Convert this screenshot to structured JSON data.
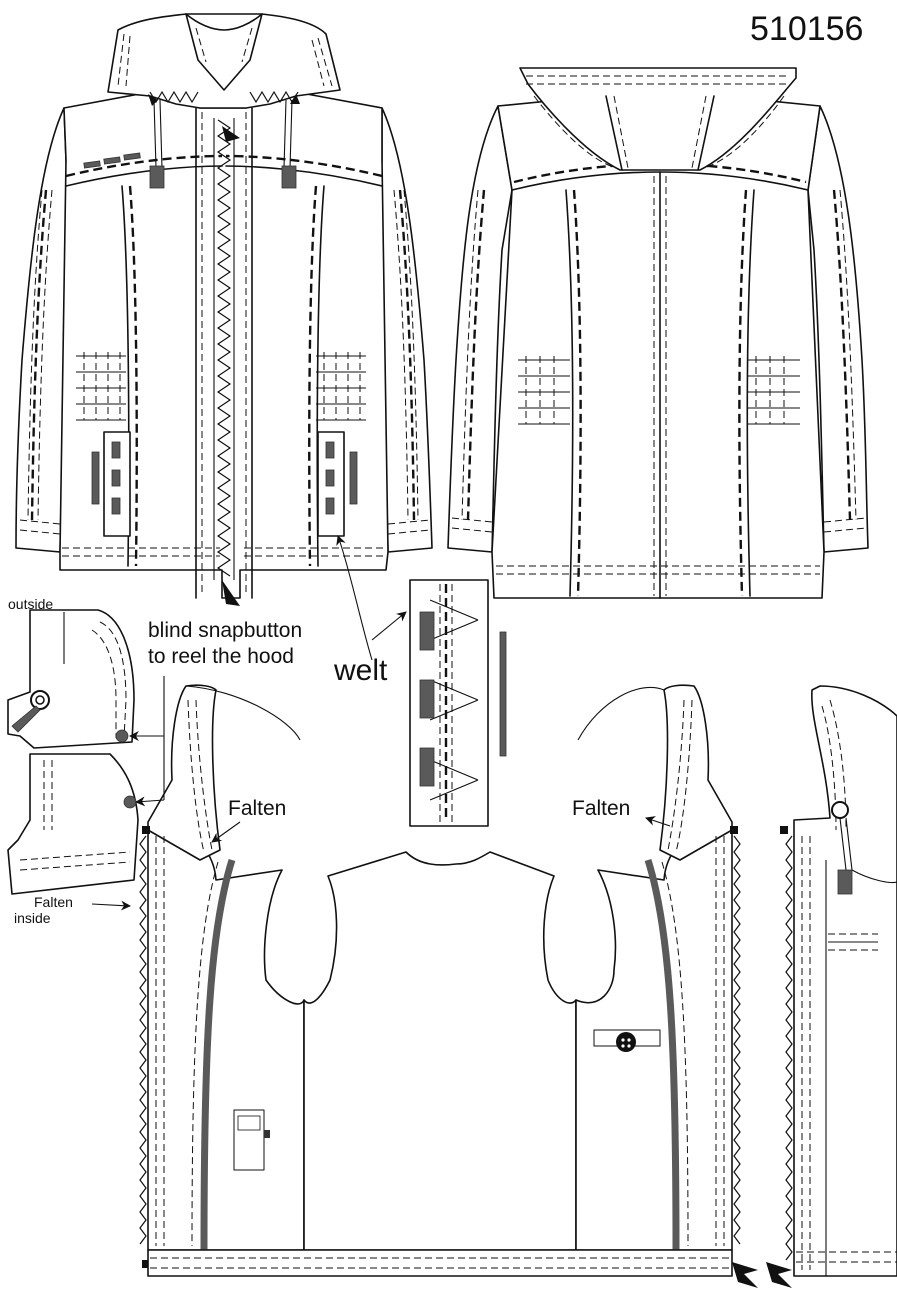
{
  "article_number": "510156",
  "labels": {
    "outside": "outside",
    "inside": "inside",
    "blind_snap_line1": "blind snapbutton",
    "blind_snap_line2": "to reel the hood",
    "welt": "welt",
    "falten_left": "Falten",
    "falten_right": "Falten",
    "falten_small": "Falten"
  },
  "colors": {
    "line": "#111111",
    "accent_gray": "#5a5a5a",
    "background": "#ffffff"
  },
  "views": [
    "jacket-front",
    "jacket-back",
    "hood-detail-outside",
    "hood-detail-inside",
    "welt-pocket-detail",
    "front-inside-left",
    "back-inside",
    "front-inside-right",
    "placket-detail"
  ]
}
